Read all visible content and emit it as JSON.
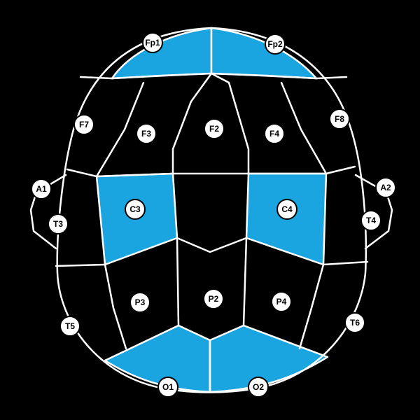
{
  "colors": {
    "background": "#000000",
    "highlight": "#1ba5e0",
    "outline": "#ffffff"
  },
  "electrodes": [
    {
      "id": "fp1",
      "label": "Fp1",
      "highlighted": true
    },
    {
      "id": "fp2",
      "label": "Fp2",
      "highlighted": true
    },
    {
      "id": "f7",
      "label": "F7",
      "highlighted": false
    },
    {
      "id": "f3",
      "label": "F3",
      "highlighted": false
    },
    {
      "id": "f2",
      "label": "F2",
      "highlighted": false
    },
    {
      "id": "f4",
      "label": "F4",
      "highlighted": false
    },
    {
      "id": "f8",
      "label": "F8",
      "highlighted": false
    },
    {
      "id": "a1",
      "label": "A1",
      "highlighted": false
    },
    {
      "id": "t3",
      "label": "T3",
      "highlighted": false
    },
    {
      "id": "c3",
      "label": "C3",
      "highlighted": true
    },
    {
      "id": "c4",
      "label": "C4",
      "highlighted": true
    },
    {
      "id": "t4",
      "label": "T4",
      "highlighted": false
    },
    {
      "id": "a2",
      "label": "A2",
      "highlighted": false
    },
    {
      "id": "t5",
      "label": "T5",
      "highlighted": false
    },
    {
      "id": "p3",
      "label": "P3",
      "highlighted": false
    },
    {
      "id": "p2",
      "label": "P2",
      "highlighted": false
    },
    {
      "id": "p4",
      "label": "P4",
      "highlighted": false
    },
    {
      "id": "t6",
      "label": "T6",
      "highlighted": false
    },
    {
      "id": "o1",
      "label": "O1",
      "highlighted": true
    },
    {
      "id": "o2",
      "label": "O2",
      "highlighted": true
    }
  ]
}
